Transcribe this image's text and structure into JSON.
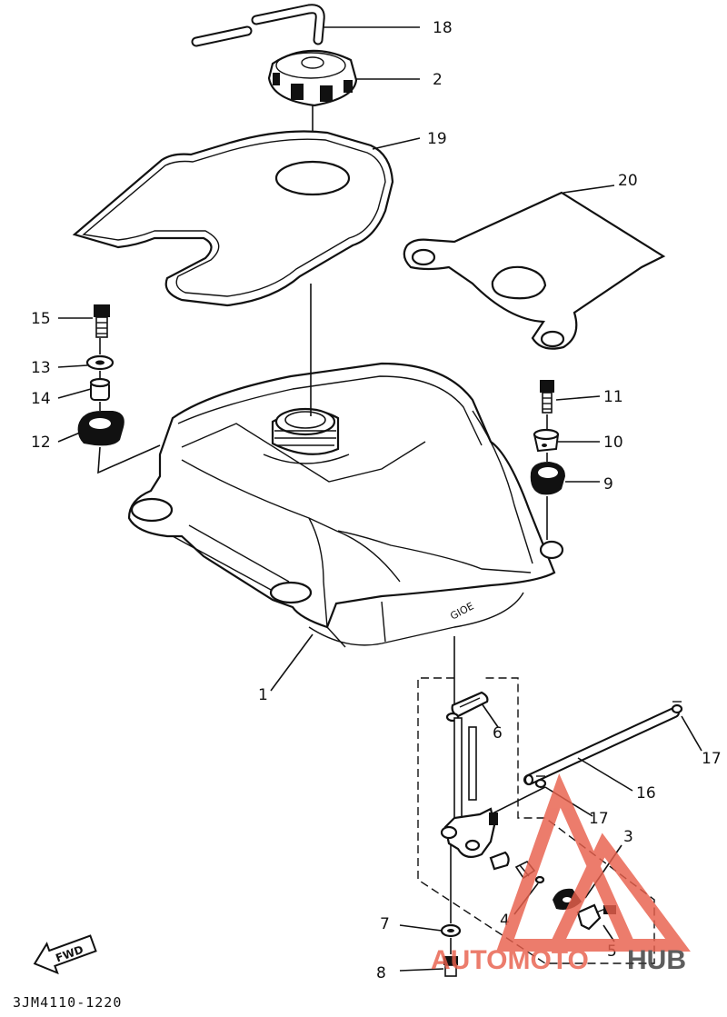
{
  "diagram": {
    "drawing_code": "3JM4110-1220",
    "fwd_label": "FWD",
    "callouts": [
      {
        "id": "c18",
        "name": "callout-18",
        "text": "18"
      },
      {
        "id": "c2",
        "name": "callout-2",
        "text": "2"
      },
      {
        "id": "c19",
        "name": "callout-19",
        "text": "19"
      },
      {
        "id": "c20",
        "name": "callout-20",
        "text": "20"
      },
      {
        "id": "c15",
        "name": "callout-15",
        "text": "15"
      },
      {
        "id": "c13",
        "name": "callout-13",
        "text": "13"
      },
      {
        "id": "c14",
        "name": "callout-14",
        "text": "14"
      },
      {
        "id": "c12",
        "name": "callout-12",
        "text": "12"
      },
      {
        "id": "c11",
        "name": "callout-11",
        "text": "11"
      },
      {
        "id": "c10",
        "name": "callout-10",
        "text": "10"
      },
      {
        "id": "c9",
        "name": "callout-9",
        "text": "9"
      },
      {
        "id": "c1",
        "name": "callout-1",
        "text": "1"
      },
      {
        "id": "c6",
        "name": "callout-6",
        "text": "6"
      },
      {
        "id": "c17a",
        "name": "callout-17-right",
        "text": "17"
      },
      {
        "id": "c16",
        "name": "callout-16",
        "text": "16"
      },
      {
        "id": "c17b",
        "name": "callout-17-center",
        "text": "17"
      },
      {
        "id": "c3",
        "name": "callout-3",
        "text": "3"
      },
      {
        "id": "c4",
        "name": "callout-4",
        "text": "4"
      },
      {
        "id": "c5",
        "name": "callout-5",
        "text": "5"
      },
      {
        "id": "c7",
        "name": "callout-7",
        "text": "7"
      },
      {
        "id": "c8",
        "name": "callout-8",
        "text": "8"
      }
    ]
  },
  "watermark": {
    "text_a": "AUTOMOTO",
    "text_b": "HUB",
    "color_a": "#e8604c",
    "color_b": "#3a3a3a"
  }
}
